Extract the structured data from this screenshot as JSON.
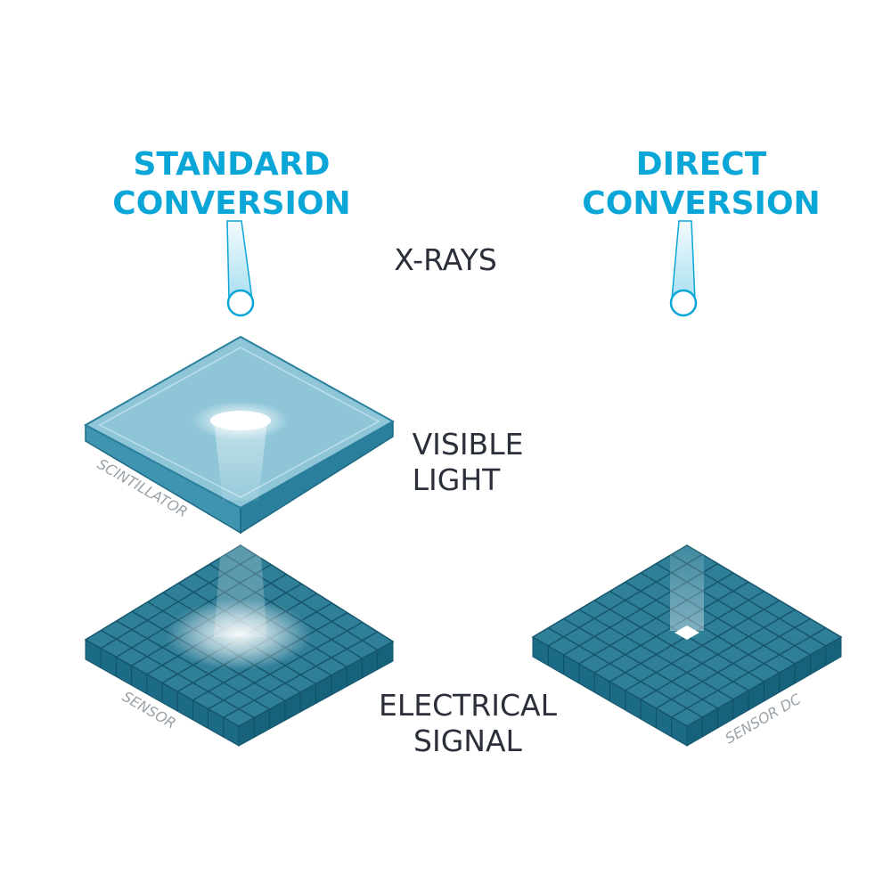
{
  "headings": {
    "standard_line1": "STANDARD",
    "standard_line2": "CONVERSION",
    "direct_line1": "DIRECT",
    "direct_line2": "CONVERSION"
  },
  "stages": {
    "xrays": "X-RAYS",
    "visible_line1": "VISIBLE",
    "visible_line2": "LIGHT",
    "electrical_line1": "ELECTRICAL",
    "electrical_line2": "SIGNAL"
  },
  "layers": {
    "scintillator": "SCINTILLATOR",
    "sensor": "SENSOR",
    "sensor_dc": "SENSOR DC"
  },
  "colors": {
    "accent": "#0aa6d8",
    "text": "#2b2f3a",
    "scintillator_top": "#8ec6d8",
    "sensor_top": "#2f7f98",
    "sensor_side": "#1b6b86",
    "grid_line": "#16566c"
  }
}
